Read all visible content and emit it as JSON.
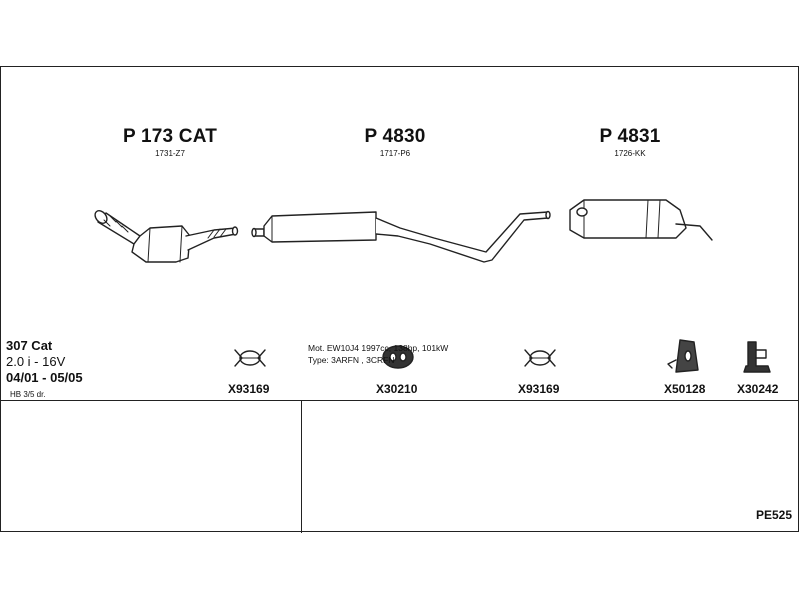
{
  "parts": [
    {
      "code": "P 173 CAT",
      "ref": "1731-Z7"
    },
    {
      "code": "P 4830",
      "ref": "1717-P6"
    },
    {
      "code": "P 4831",
      "ref": "1726-KK"
    }
  ],
  "fittings": [
    {
      "code": "X93169",
      "icon": "clamp-icon"
    },
    {
      "code": "X30210",
      "icon": "rubber-ring-icon"
    },
    {
      "code": "X93169",
      "icon": "clamp-icon"
    },
    {
      "code": "X50128",
      "icon": "rubber-hanger-icon"
    },
    {
      "code": "X30242",
      "icon": "bracket-icon"
    }
  ],
  "vehicle": {
    "model": "307 Cat",
    "engine": "2.0 i - 16V",
    "years": "04/01 - 05/05",
    "body": "HB 3/5 dr."
  },
  "specs": {
    "motor": "Mot. EW10J4 1997cc, 138hp, 101kW",
    "type": "Type: 3ARFN , 3CRFN"
  },
  "reference": "PE525"
}
